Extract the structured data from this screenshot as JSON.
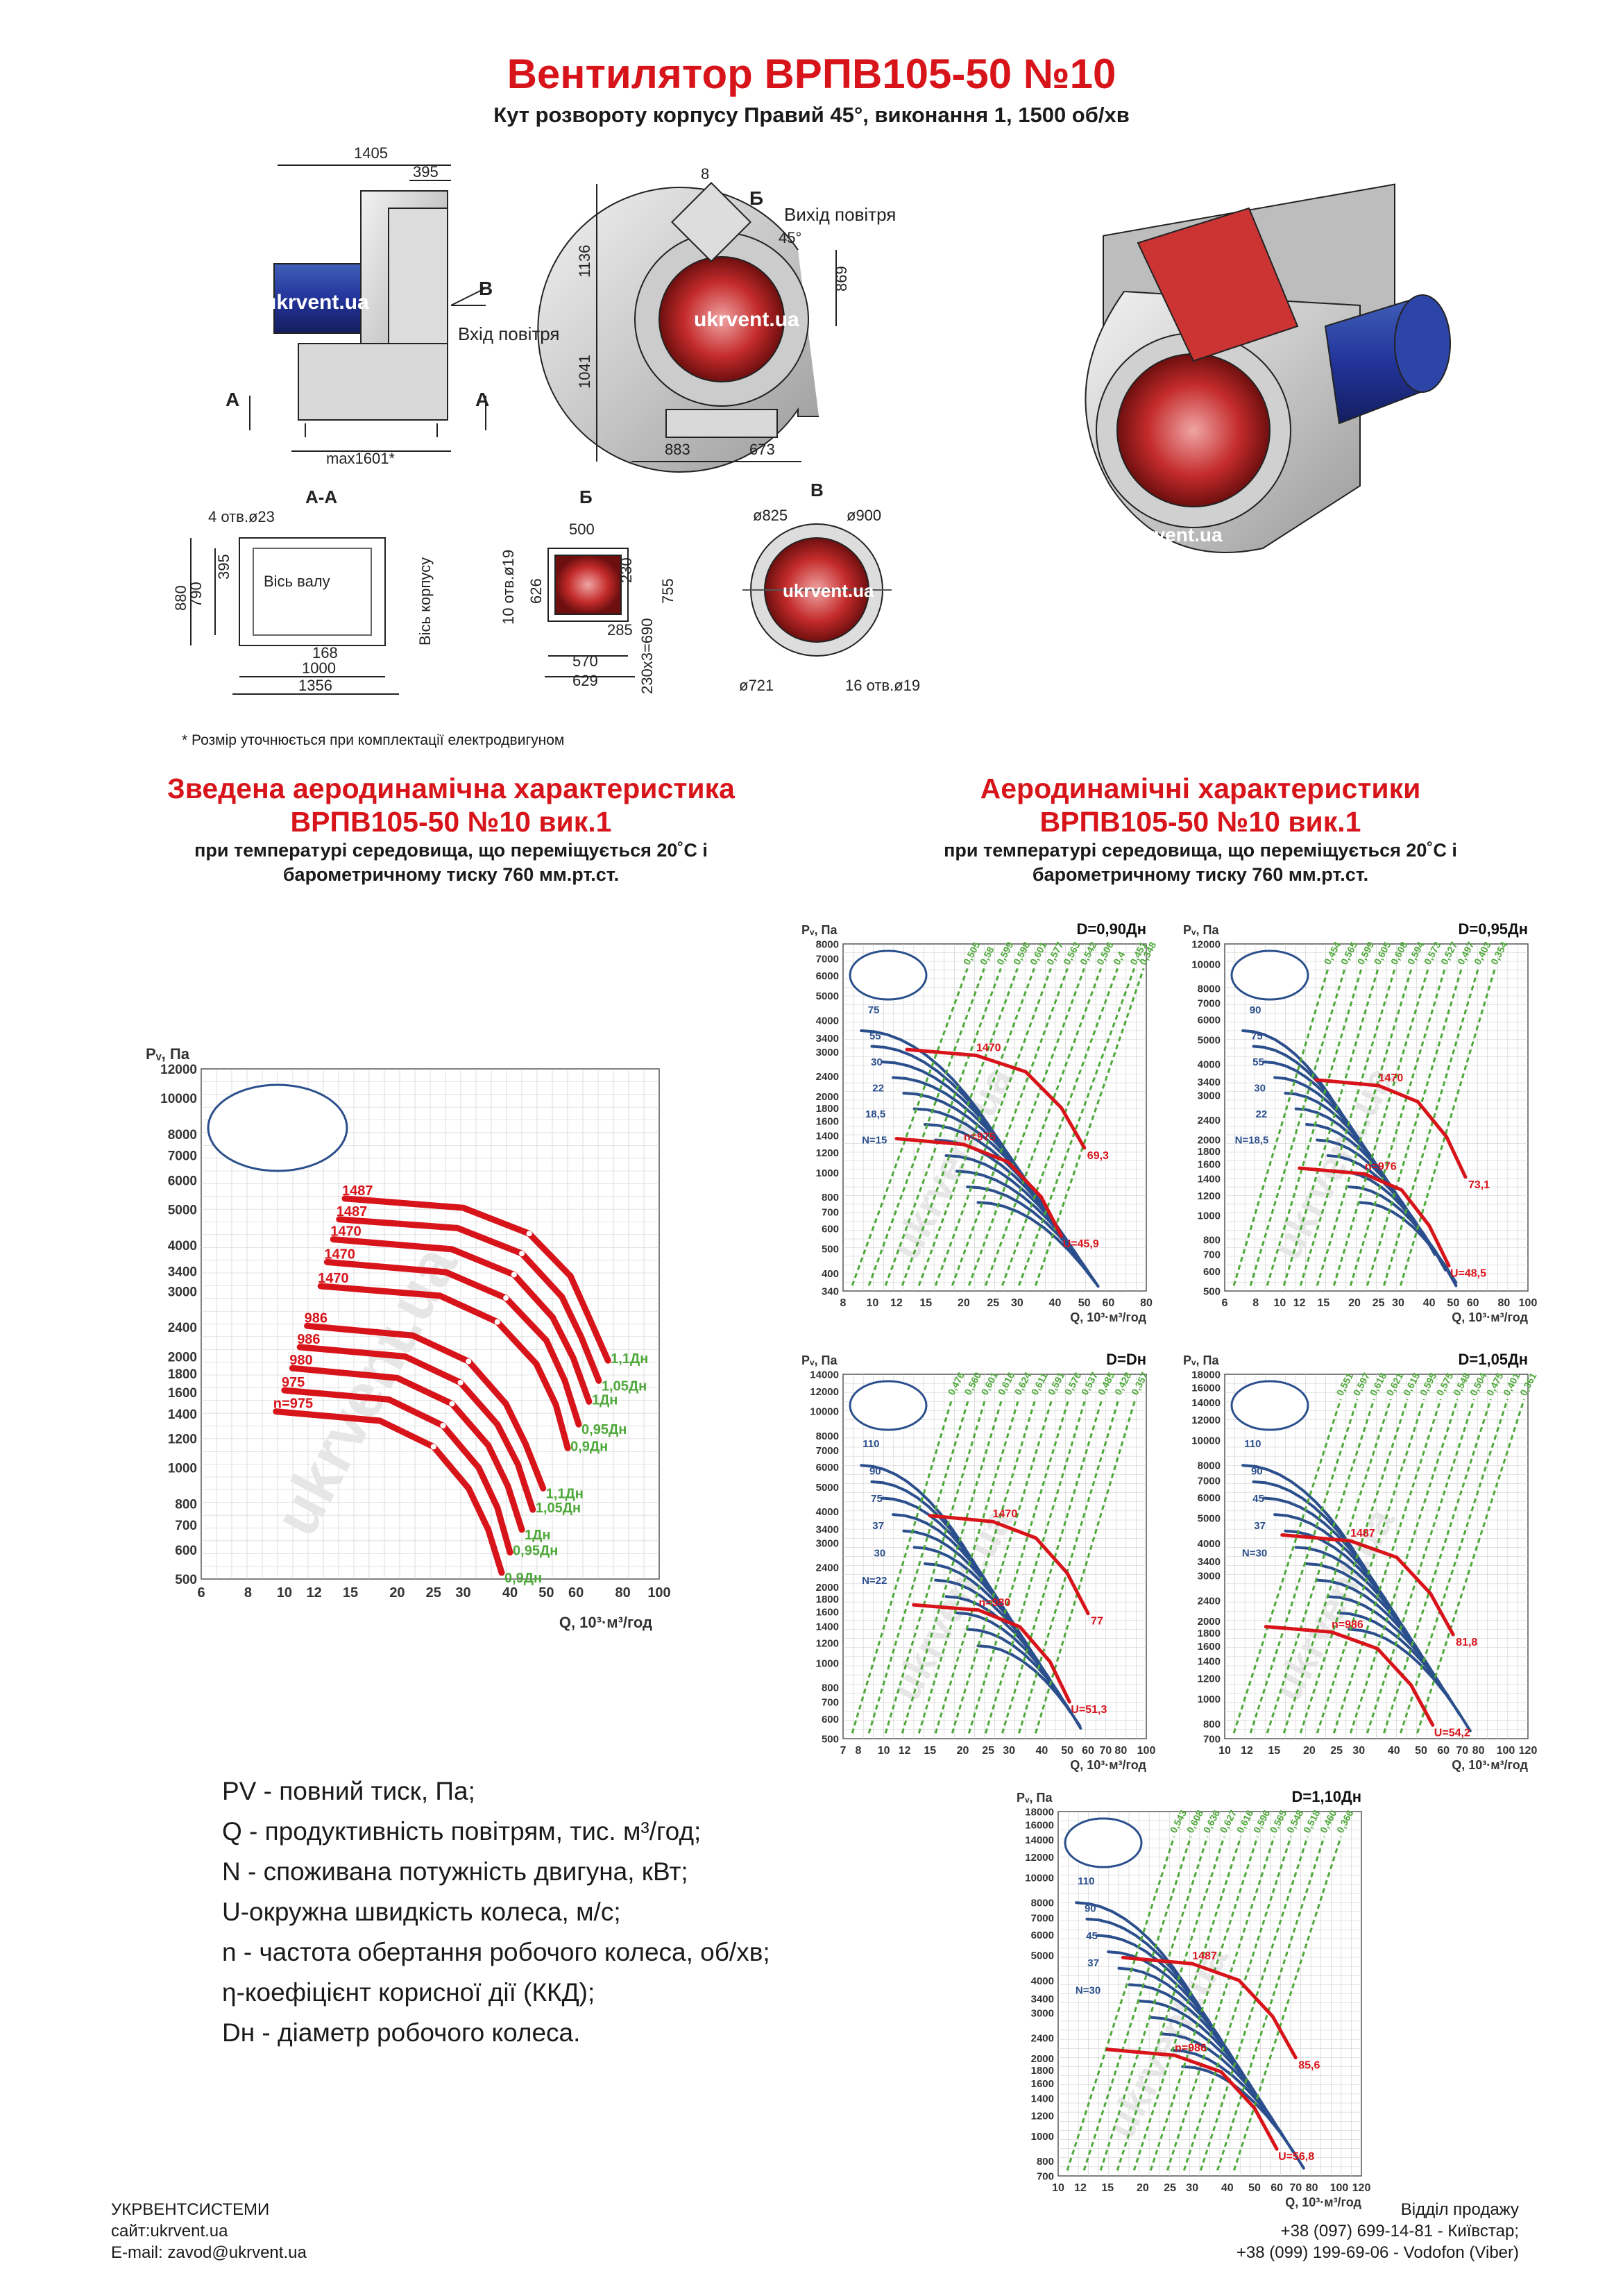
{
  "header": {
    "title": "Вентилятор ВРПВ105-50 №10",
    "subtitle": "Кут розвороту корпусу Правий 45°, виконання 1, 1500 об/хв"
  },
  "drawing": {
    "side": {
      "dims": [
        "1405",
        "395",
        "max1601*"
      ],
      "arrow_b": "В",
      "inlet": "Вхід повітря",
      "section_a": "А"
    },
    "front": {
      "dims": [
        "8",
        "1136",
        "869",
        "1041",
        "883",
        "673"
      ],
      "label_b": "Б",
      "outlet": "Вихід повітря",
      "angle": "45°"
    },
    "aa": {
      "title": "А-А",
      "holes": "4 отв.ø23",
      "dims": [
        "880",
        "790",
        "395",
        "168",
        "1000",
        "1356"
      ],
      "shaft": "Вісь валу",
      "housing": "Вісь корпусу"
    },
    "b": {
      "title": "Б",
      "holes": "10 отв.ø19",
      "dims": [
        "500",
        "626",
        "230",
        "755",
        "285",
        "570",
        "629",
        "230х3=690"
      ]
    },
    "v": {
      "title": "В",
      "dims": [
        "ø825",
        "ø900",
        "ø721",
        "16 отв.ø19"
      ]
    },
    "watermark": "ukrvent.ua"
  },
  "note": "* Розмір уточнюється при комплектації електродвигуном",
  "left_section": {
    "title_line1": "Зведена аеродинамічна характеристика",
    "title_line2": "ВРПВ105-50 №10 вик.1",
    "sub_line1": "при температурі середовища, що переміщується 20˚С і",
    "sub_line2": "барометричному тиску 760 мм.рт.ст."
  },
  "right_section": {
    "title_line1": "Аеродинамічні характеристики",
    "title_line2": "ВРПВ105-50 №10 вик.1",
    "sub_line1": "при температурі середовища, що переміщується 20˚С і",
    "sub_line2": "барометричному тиску 760 мм.рт.ст."
  },
  "legend": [
    {
      "sym": "PV",
      "text": " - повний тиск, Па;"
    },
    {
      "sym": "Q",
      "text": " - продуктивність повітрям, тис. м³/год;"
    },
    {
      "sym": "N",
      "text": " - споживана потужність двигуна, кВт;"
    },
    {
      "sym": "U",
      "text": "-окружна швидкість колеса, м/с;"
    },
    {
      "sym": "n",
      "text": " - частота обертання робочого колеса, об/хв;"
    },
    {
      "sym": "η",
      "text": "-коефіцієнт корисної дії (ККД);"
    },
    {
      "sym": "Dн",
      "text": " - діаметр робочого колеса."
    }
  ],
  "footer": {
    "company": "УКРВЕНТСИСТЕМИ",
    "site": "сайт:ukrvent.ua",
    "email": "E-mail: zavod@ukrvent.ua",
    "sales": "Відділ продажу",
    "phone1": "+38 (097) 699-14-81 - Київстар;",
    "phone2": "+38 (099) 199-69-06 - Vodofon (Viber)"
  },
  "colors": {
    "title": "#d8141b",
    "curve_red": "#d8141b",
    "curve_blue": "#2b4f8c",
    "eff_green": "#4ea83a",
    "grid": "#c9c9c9"
  },
  "chart_data": [
    {
      "type": "line",
      "id": "summary",
      "title": "",
      "ylabel": "Pᵥ, Па",
      "xlabel": "Q, 10³·м³/год",
      "x_scale": "log",
      "y_scale": "log",
      "xlim": [
        6,
        100
      ],
      "ylim": [
        500,
        12000
      ],
      "xticks": [
        "6",
        "8",
        "10",
        "12",
        "15",
        "20",
        "25",
        "30",
        "40",
        "50",
        "60",
        "80",
        "100"
      ],
      "yticks": [
        "12000",
        "10000",
        "8000",
        "7000",
        "6000",
        "5000",
        "4000",
        "3400",
        "3000",
        "2400",
        "2000",
        "1800",
        "1600",
        "1400",
        "1200",
        "1000",
        "800",
        "700",
        "600",
        "500"
      ],
      "series": [
        {
          "name": "1487",
          "group": 1487,
          "x": [
            14.5,
            30,
            45,
            58,
            65,
            73
          ],
          "y": [
            5350,
            5050,
            4300,
            3300,
            2550,
            1950
          ],
          "end": "1,1Дн"
        },
        {
          "name": "1487",
          "group": 1487,
          "x": [
            14,
            29,
            43,
            55,
            62,
            69
          ],
          "y": [
            4700,
            4450,
            3800,
            2900,
            2250,
            1720
          ],
          "end": "1,05Дн"
        },
        {
          "name": "1470",
          "group": 1470,
          "x": [
            13.5,
            28,
            41,
            52,
            59,
            65
          ],
          "y": [
            4150,
            3900,
            3330,
            2550,
            1980,
            1510
          ],
          "end": "1Дн"
        },
        {
          "name": "1470",
          "group": 1470,
          "x": [
            13,
            27,
            39,
            50,
            56,
            61
          ],
          "y": [
            3600,
            3380,
            2880,
            2210,
            1720,
            1310
          ],
          "end": "0,95Дн"
        },
        {
          "name": "1470",
          "group": 1470,
          "x": [
            12.5,
            26,
            37,
            47,
            53,
            57
          ],
          "y": [
            3100,
            2920,
            2480,
            1910,
            1480,
            1130
          ],
          "end": "0,9Дн"
        },
        {
          "name": "986",
          "group": 986,
          "x": [
            11.5,
            22,
            31,
            39,
            44,
            49
          ],
          "y": [
            2420,
            2280,
            1940,
            1490,
            1160,
            880
          ],
          "end": "1,1Дн"
        },
        {
          "name": "986",
          "group": 986,
          "x": [
            11,
            21,
            29.5,
            37,
            42,
            46
          ],
          "y": [
            2120,
            2000,
            1700,
            1310,
            1020,
            770
          ],
          "end": "1,05Дн"
        },
        {
          "name": "980",
          "group": 980,
          "x": [
            10.5,
            20,
            28,
            35,
            39.5,
            43
          ],
          "y": [
            1860,
            1750,
            1490,
            1150,
            890,
            680
          ],
          "end": "1Дн"
        },
        {
          "name": "975",
          "group": 975,
          "x": [
            10,
            19,
            26.5,
            33,
            37,
            40
          ],
          "y": [
            1620,
            1530,
            1300,
            1000,
            780,
            590
          ],
          "end": "0,95Дн"
        },
        {
          "name": "n=975",
          "group": 975,
          "x": [
            9.5,
            18,
            25,
            31,
            35,
            38
          ],
          "y": [
            1420,
            1340,
            1140,
            880,
            680,
            520
          ],
          "end": "0,9Дн"
        }
      ]
    },
    {
      "type": "line",
      "id": "d090",
      "title": "D=0,90Дн",
      "ylabel": "Pᵥ, Па",
      "xlabel": "Q, 10³·м³/год",
      "xlim": [
        8,
        80
      ],
      "ylim": [
        340,
        8000
      ],
      "xticks": [
        "8",
        "10",
        "12",
        "15",
        "20",
        "25",
        "30",
        "40",
        "50",
        "60",
        "80"
      ],
      "yticks": [
        "8000",
        "7000",
        "6000",
        "5000",
        "4000",
        "3400",
        "3000",
        "2400",
        "2000",
        "1800",
        "1600",
        "1400",
        "1200",
        "1000",
        "800",
        "700",
        "600",
        "500",
        "400",
        "340"
      ],
      "n_curves": [
        {
          "label": "1470",
          "x": [
            13,
            22,
            32,
            42,
            50
          ],
          "y": [
            3060,
            2900,
            2500,
            1800,
            1250
          ]
        },
        {
          "label": "n=975",
          "x": [
            12,
            20,
            28,
            36,
            42
          ],
          "y": [
            1360,
            1290,
            1100,
            800,
            560
          ]
        }
      ],
      "power_labels": [
        "75",
        "55",
        "30",
        "22",
        "18,5",
        "N=15"
      ],
      "eff_labels": [
        "0,505",
        "0,58",
        "0,599",
        "0,598",
        "0,601",
        "0,577",
        "0,563",
        "0,542",
        "0,506",
        "0,4",
        "0,451",
        "0,348"
      ],
      "u_labels": [
        "69,3",
        "U=45,9"
      ]
    },
    {
      "type": "line",
      "id": "d095",
      "title": "D=0,95Дн",
      "ylabel": "Pᵥ, Па",
      "xlabel": "Q, 10³·м³/год",
      "xlim": [
        6,
        100
      ],
      "ylim": [
        500,
        12000
      ],
      "xticks": [
        "6",
        "8",
        "10",
        "12",
        "15",
        "20",
        "25",
        "30",
        "40",
        "50",
        "60",
        "80",
        "100"
      ],
      "yticks": [
        "12000",
        "10000",
        "8000",
        "7000",
        "6000",
        "5000",
        "4000",
        "3400",
        "3000",
        "2400",
        "2000",
        "1800",
        "1600",
        "1400",
        "1200",
        "1000",
        "800",
        "700",
        "600",
        "500"
      ],
      "n_curves": [
        {
          "label": "1470",
          "x": [
            14,
            25,
            36,
            47,
            56
          ],
          "y": [
            3460,
            3280,
            2830,
            2050,
            1420
          ]
        },
        {
          "label": "n=976",
          "x": [
            12,
            22,
            31,
            40,
            48
          ],
          "y": [
            1540,
            1460,
            1260,
            910,
            630
          ]
        }
      ],
      "power_labels": [
        "90",
        "75",
        "55",
        "30",
        "22",
        "N=18,5"
      ],
      "eff_labels": [
        "0,454",
        "0,565",
        "0,599",
        "0,605",
        "0,608",
        "0,594",
        "0,573",
        "0,527",
        "0,497",
        "0,403",
        "0,354"
      ],
      "u_labels": [
        "73,1",
        "U=48,5"
      ]
    },
    {
      "type": "line",
      "id": "d100",
      "title": "D=Dн",
      "ylabel": "Pᵥ, Па",
      "xlabel": "Q, 10³·м³/год",
      "xlim": [
        7,
        100
      ],
      "ylim": [
        500,
        14000
      ],
      "xticks": [
        "7",
        "8",
        "10",
        "12",
        "15",
        "20",
        "25",
        "30",
        "40",
        "50",
        "60",
        "70",
        "80",
        "100"
      ],
      "yticks": [
        "14000",
        "12000",
        "10000",
        "8000",
        "7000",
        "6000",
        "5000",
        "4000",
        "3400",
        "3000",
        "2400",
        "2000",
        "1800",
        "1600",
        "1400",
        "1200",
        "1000",
        "800",
        "700",
        "600",
        "500"
      ],
      "n_curves": [
        {
          "label": "1470",
          "x": [
            15,
            26,
            38,
            50,
            60
          ],
          "y": [
            3840,
            3640,
            3130,
            2270,
            1570
          ]
        },
        {
          "label": "n=980",
          "x": [
            13,
            23,
            33,
            43,
            51
          ],
          "y": [
            1700,
            1620,
            1390,
            1010,
            700
          ]
        }
      ],
      "power_labels": [
        "110",
        "90",
        "75",
        "37",
        "30",
        "N=22"
      ],
      "eff_labels": [
        "0,476",
        "0,560",
        "0,601",
        "0,616",
        "0,624",
        "0,611",
        "0,591",
        "0,576",
        "0,537",
        "0,485",
        "0,428",
        "0,357"
      ],
      "u_labels": [
        "77",
        "U=51,3"
      ]
    },
    {
      "type": "line",
      "id": "d105",
      "title": "D=1,05Дн",
      "ylabel": "Pᵥ, Па",
      "xlabel": "Q, 10³·м³/год",
      "xlim": [
        10,
        120
      ],
      "ylim": [
        700,
        18000
      ],
      "xticks": [
        "10",
        "12",
        "15",
        "20",
        "25",
        "30",
        "40",
        "50",
        "60",
        "70",
        "80",
        "100",
        "120"
      ],
      "yticks": [
        "18000",
        "16000",
        "14000",
        "12000",
        "10000",
        "8000",
        "7000",
        "6000",
        "5000",
        "4000",
        "3400",
        "3000",
        "2400",
        "2000",
        "1800",
        "1600",
        "1400",
        "1200",
        "1000",
        "800",
        "700"
      ],
      "n_curves": [
        {
          "label": "1487",
          "x": [
            16,
            28,
            41,
            54,
            65
          ],
          "y": [
            4300,
            4080,
            3520,
            2550,
            1770
          ]
        },
        {
          "label": "n=986",
          "x": [
            14,
            24,
            35,
            46,
            55
          ],
          "y": [
            1900,
            1810,
            1560,
            1130,
            790
          ]
        }
      ],
      "power_labels": [
        "110",
        "90",
        "45",
        "37",
        "N=30"
      ],
      "eff_labels": [
        "0,551",
        "0,597",
        "0,618",
        "0,621",
        "0,615",
        "0,595",
        "0,575",
        "0,548",
        "0,504",
        "0,475",
        "0,401",
        "0,361"
      ],
      "u_labels": [
        "81,8",
        "U=54,2"
      ]
    },
    {
      "type": "line",
      "id": "d110",
      "title": "D=1,10Дн",
      "ylabel": "Pᵥ, Па",
      "xlabel": "Q, 10³·м³/год",
      "xlim": [
        10,
        120
      ],
      "ylim": [
        700,
        18000
      ],
      "xticks": [
        "10",
        "12",
        "15",
        "20",
        "25",
        "30",
        "40",
        "50",
        "60",
        "70",
        "80",
        "100",
        "120"
      ],
      "yticks": [
        "18000",
        "16000",
        "14000",
        "12000",
        "10000",
        "8000",
        "7000",
        "6000",
        "5000",
        "4000",
        "3400",
        "3000",
        "2400",
        "2000",
        "1800",
        "1600",
        "1400",
        "1200",
        "1000",
        "800",
        "700"
      ],
      "n_curves": [
        {
          "label": "1487",
          "x": [
            17,
            30,
            44,
            58,
            70
          ],
          "y": [
            4900,
            4640,
            4000,
            2900,
            2010
          ]
        },
        {
          "label": "n=986",
          "x": [
            15,
            26,
            38,
            50,
            60
          ],
          "y": [
            2160,
            2050,
            1770,
            1280,
            890
          ]
        }
      ],
      "power_labels": [
        "110",
        "90",
        "45",
        "37",
        "N=30"
      ],
      "eff_labels": [
        "0,543",
        "0,608",
        "0,636",
        "0,627",
        "0,616",
        "0,596",
        "0,565",
        "0,548",
        "0,518",
        "0,460",
        "0,366"
      ],
      "u_labels": [
        "85,6",
        "U=56,8"
      ]
    }
  ]
}
